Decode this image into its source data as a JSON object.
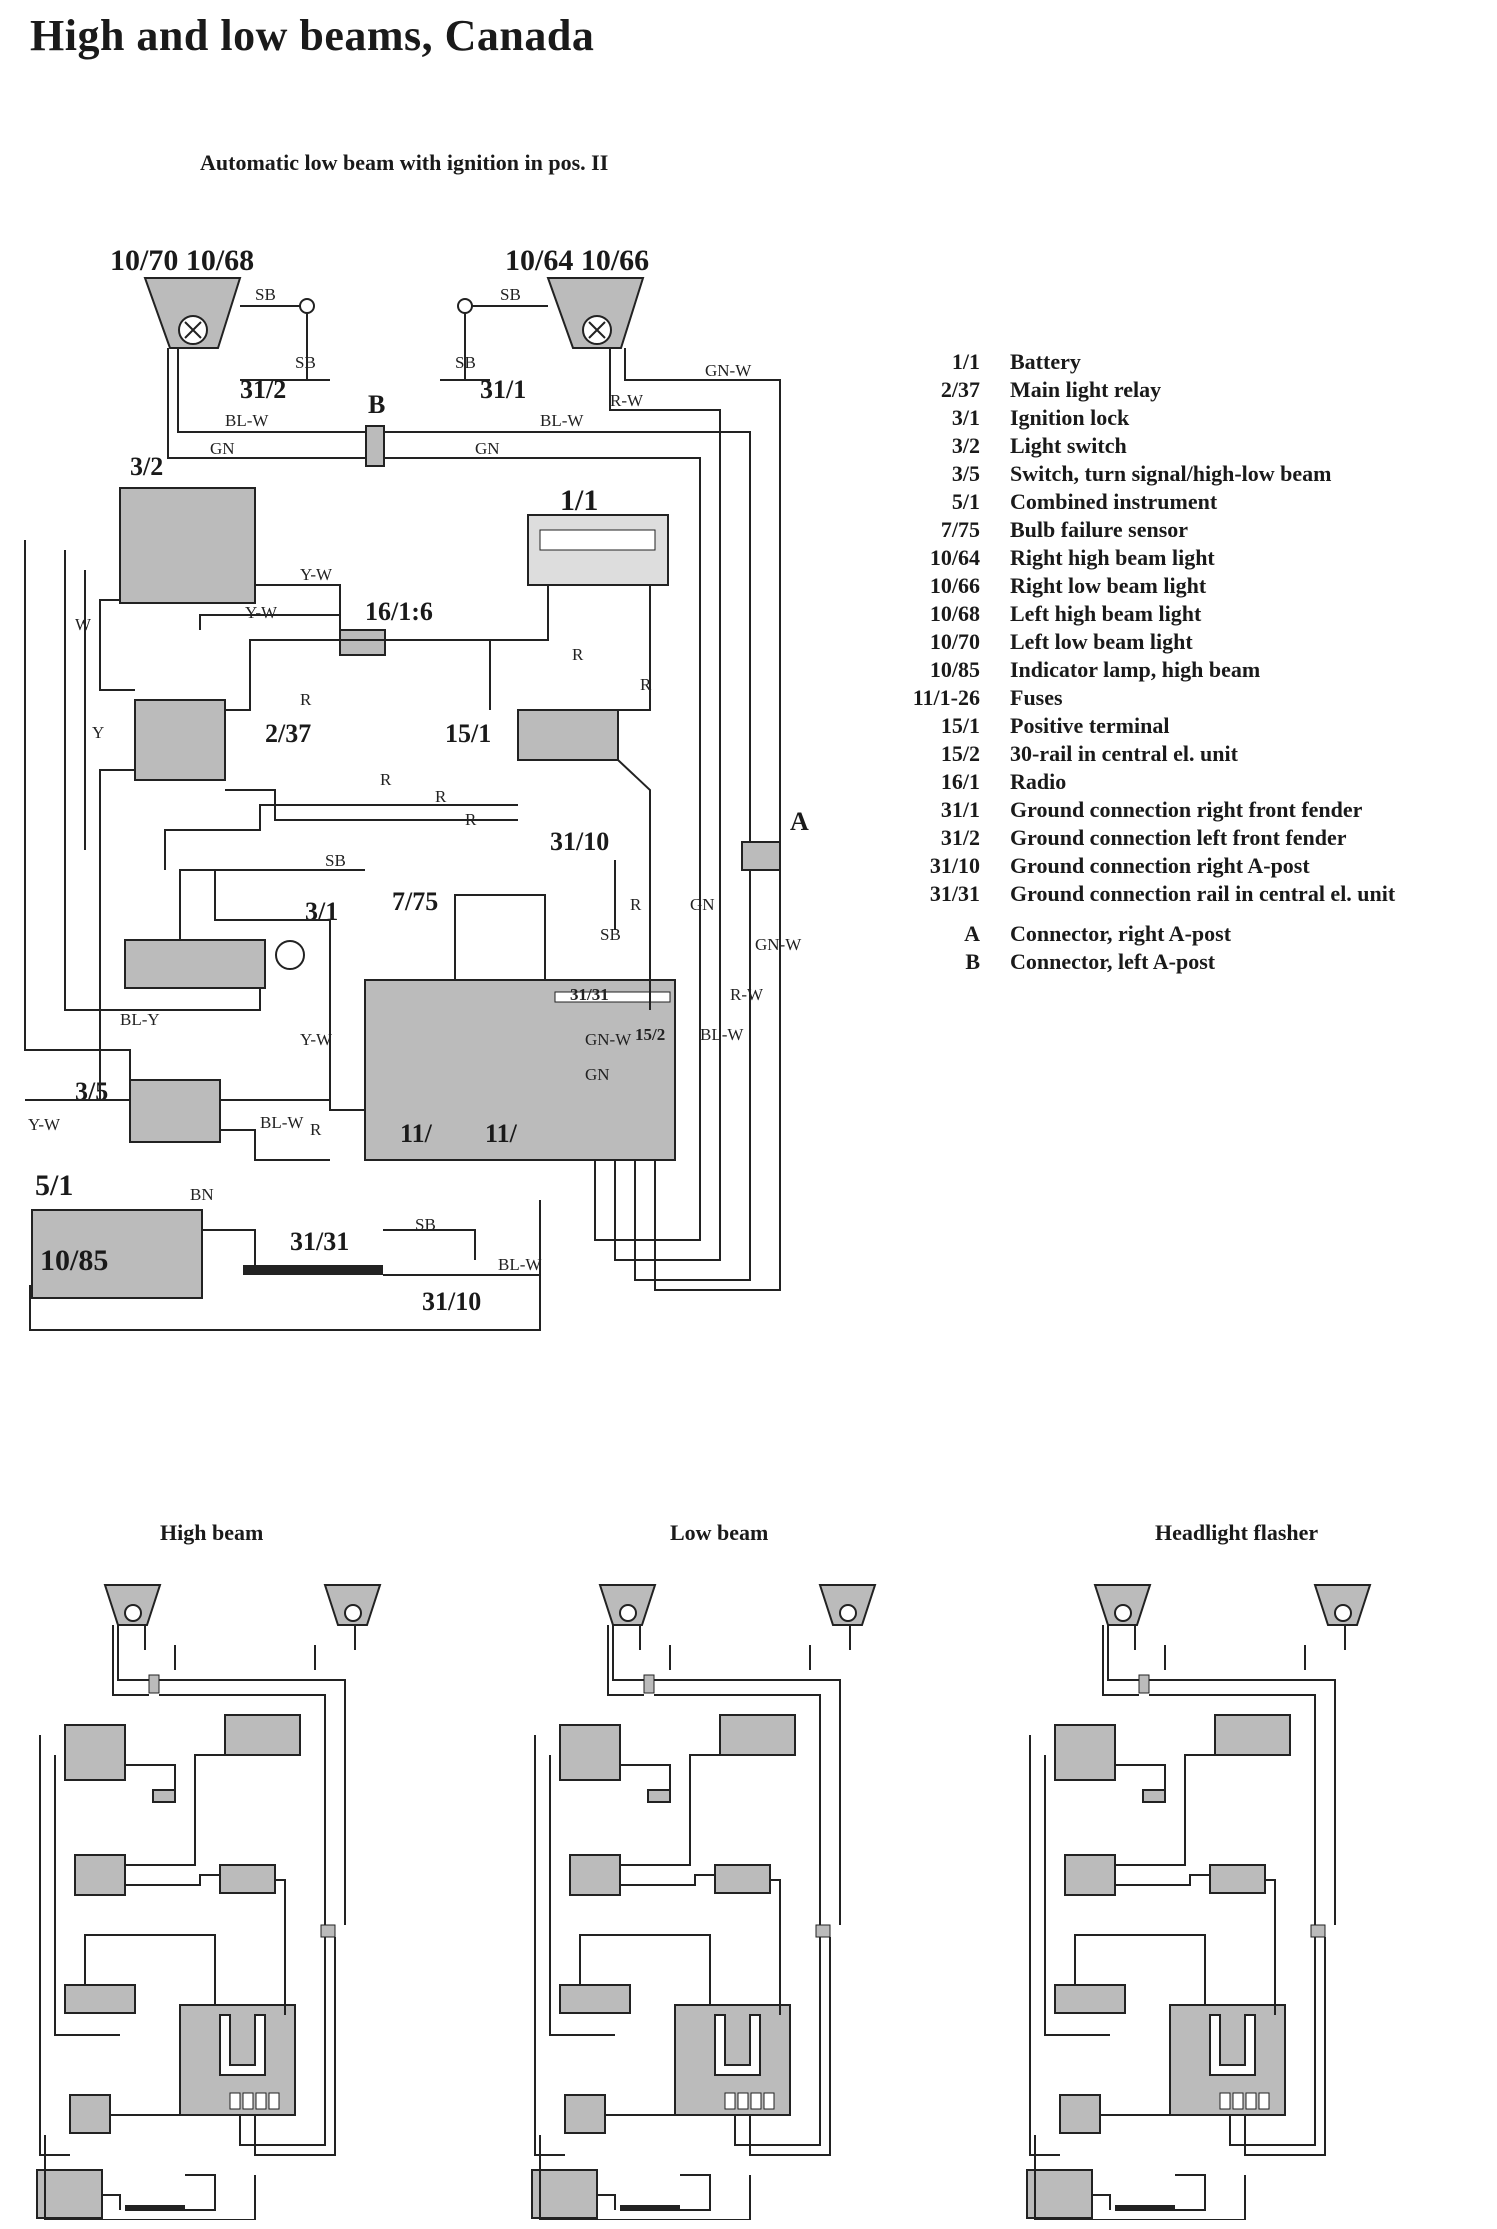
{
  "title": "High and low beams, Canada",
  "subtitle": "Automatic low beam with ignition in pos. II",
  "legend": [
    {
      "code": "1/1",
      "desc": "Battery"
    },
    {
      "code": "2/37",
      "desc": "Main light relay"
    },
    {
      "code": "3/1",
      "desc": "Ignition lock"
    },
    {
      "code": "3/2",
      "desc": "Light switch"
    },
    {
      "code": "3/5",
      "desc": "Switch, turn signal/high-low beam"
    },
    {
      "code": "5/1",
      "desc": "Combined instrument"
    },
    {
      "code": "7/75",
      "desc": "Bulb failure sensor"
    },
    {
      "code": "10/64",
      "desc": "Right high beam light"
    },
    {
      "code": "10/66",
      "desc": "Right low beam light"
    },
    {
      "code": "10/68",
      "desc": "Left high beam light"
    },
    {
      "code": "10/70",
      "desc": "Left low beam light"
    },
    {
      "code": "10/85",
      "desc": "Indicator lamp, high beam"
    },
    {
      "code": "11/1-26",
      "desc": "Fuses"
    },
    {
      "code": "15/1",
      "desc": "Positive terminal"
    },
    {
      "code": "15/2",
      "desc": "30-rail in central el. unit"
    },
    {
      "code": "16/1",
      "desc": "Radio"
    },
    {
      "code": "31/1",
      "desc": "Ground connection right front fender"
    },
    {
      "code": "31/2",
      "desc": "Ground connection left front fender"
    },
    {
      "code": "31/10",
      "desc": "Ground connection right A-post"
    },
    {
      "code": "31/31",
      "desc": "Ground connection rail in central el. unit"
    }
  ],
  "connectors": [
    {
      "code": "A",
      "desc": "Connector, right A-post"
    },
    {
      "code": "B",
      "desc": "Connector, left A-post"
    }
  ],
  "component_labels": {
    "left_lights": "10/70 10/68",
    "right_lights": "10/64 10/66",
    "ground_left": "31/2",
    "ground_right": "31/1",
    "conn_b": "B",
    "conn_a": "A",
    "light_switch": "3/2",
    "battery": "1/1",
    "radio": "16/1:6",
    "relay": "2/37",
    "pos_terminal": "15/1",
    "ground_apost": "31/10",
    "bulb_sensor": "7/75",
    "ignition": "3/1",
    "ground_rail": "31/31",
    "rail": "15/2",
    "turn_switch": "3/5",
    "fuse_a": "11/",
    "fuse_b": "11/",
    "instrument": "5/1",
    "indicator": "10/85",
    "ground_rail_b": "31/31",
    "ground_apost_b": "31/10"
  },
  "wire_labels": {
    "sb": "SB",
    "bl_w": "BL-W",
    "gn": "GN",
    "gn_w": "GN-W",
    "r_w": "R-W",
    "y_w": "Y-W",
    "r": "R",
    "w": "W",
    "y": "Y",
    "bl_y": "BL-Y",
    "bn": "BN"
  },
  "sub_diagrams": [
    {
      "title": "High beam"
    },
    {
      "title": "Low beam"
    },
    {
      "title": "Headlight flasher"
    }
  ]
}
